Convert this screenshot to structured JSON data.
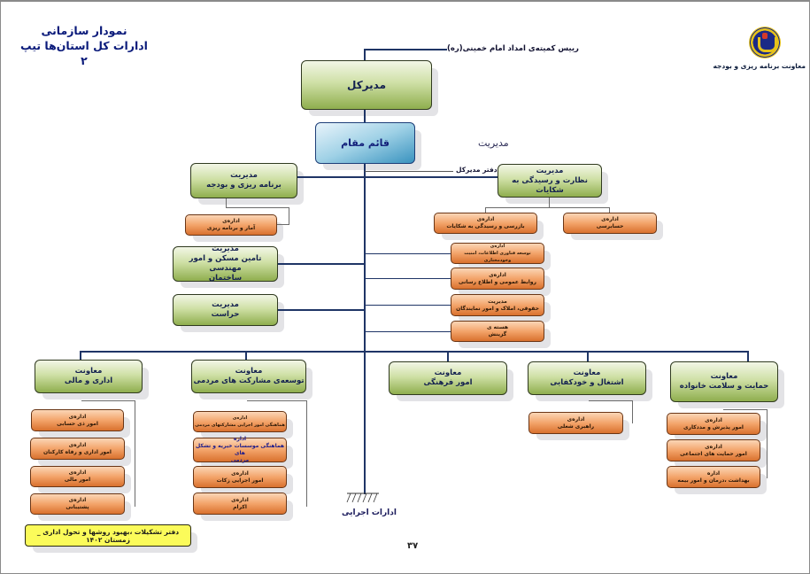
{
  "header": {
    "title_line1": "نمودار سازمانی",
    "title_line2": "ادارات کل استان‌ها تیپ ۲",
    "logo_caption": "معاونت برنامه ریزی و بودجه",
    "logo_icon": "imam-khomeini-relief-committee-emblem"
  },
  "top": {
    "supervisor_label": "رییس کمیته‌ی امداد امام خمینی(ره)",
    "director_general": "مدیرکل",
    "deputy": "قائم مقام",
    "floating_label": "مدیریت",
    "dg_office_label": "دفتر مدیرکل"
  },
  "left_branch": {
    "planning": {
      "line1": "مدیریت",
      "line2": "برنامه ریزی و بودجه"
    },
    "planning_child": {
      "line1": "اداره‌ی",
      "line2": "آمار و برنامه ریزی"
    },
    "housing": {
      "line1": "مدیریت",
      "line2": "تامین مسکن و امور مهندسی",
      "line3": "ساختمان"
    },
    "security": {
      "line1": "مدیریت",
      "line2": "حراست"
    }
  },
  "right_branch": {
    "inspection": {
      "line1": "مدیریت",
      "line2": "نظارت و رسیدگی به شکایات"
    },
    "inspection_children": [
      {
        "line1": "اداره‌ی",
        "line2": "بازرسی و رسیدگی به شکایات"
      },
      {
        "line1": "اداره‌ی",
        "line2": "حسابرسی"
      }
    ],
    "staff_units": [
      {
        "line1": "اداره‌ی",
        "line2": "توسعه فناوری اطلاعات، امنیت وخودمختاری"
      },
      {
        "line1": "اداره‌ی",
        "line2": "روابط عمومی و اطلاع رسانی"
      },
      {
        "line1": "مدیریت",
        "line2": "حقوقی، املاک و امور نمایندگان"
      },
      {
        "line1": "هسته ی",
        "line2": "گزینش"
      }
    ]
  },
  "deputies": [
    {
      "line1": "معاونت",
      "line2": "اداری و مالی",
      "children": [
        {
          "line1": "اداره‌ی",
          "line2": "امور ذی حسابی"
        },
        {
          "line1": "اداره‌ی",
          "line2": "امور اداری و رفاه کارکنان"
        },
        {
          "line1": "اداره‌ی",
          "line2": "امور مالی"
        },
        {
          "line1": "اداره‌ی",
          "line2": "پشتیبانی"
        }
      ]
    },
    {
      "line1": "معاونت",
      "line2": "توسعه‌ی مشارکت های مردمی",
      "children": [
        {
          "line1": "اداره‌ی",
          "line2": "هماهنگی امور اجرایی مشارکتهای مردمی"
        },
        {
          "line1": "اداره",
          "line2": "هماهنگی موسسات خیریه و تشکل های",
          "line3": "مردمی"
        },
        {
          "line1": "اداره‌ی",
          "line2": "امور اجرایی زکات"
        },
        {
          "line1": "اداره‌ی",
          "line2": "اکرام"
        }
      ]
    },
    {
      "line1": "معاونت",
      "line2": "امور فرهنگی",
      "children": []
    },
    {
      "line1": "معاونت",
      "line2": "اشتغال و خودکفایی",
      "children": [
        {
          "line1": "اداره‌ی",
          "line2": "راهبری شغلی"
        }
      ]
    },
    {
      "line1": "معاونت",
      "line2": "حمایت و سلامت خانواده",
      "children": [
        {
          "line1": "اداره‌ی",
          "line2": "امور پذیرش و مددکاری"
        },
        {
          "line1": "اداره‌ی",
          "line2": "امور حمایت های اجتماعی"
        },
        {
          "line1": "اداره",
          "line2": "بهداشت ،درمان و امور بیمه"
        }
      ]
    }
  ],
  "bottom": {
    "executive_offices": "ادارات اجرایی",
    "footer_note": "دفتر تشکیلات ،بهبود روشها و تحول اداری _ زمستان ۱۴۰۲",
    "page_number": "۳۷"
  }
}
